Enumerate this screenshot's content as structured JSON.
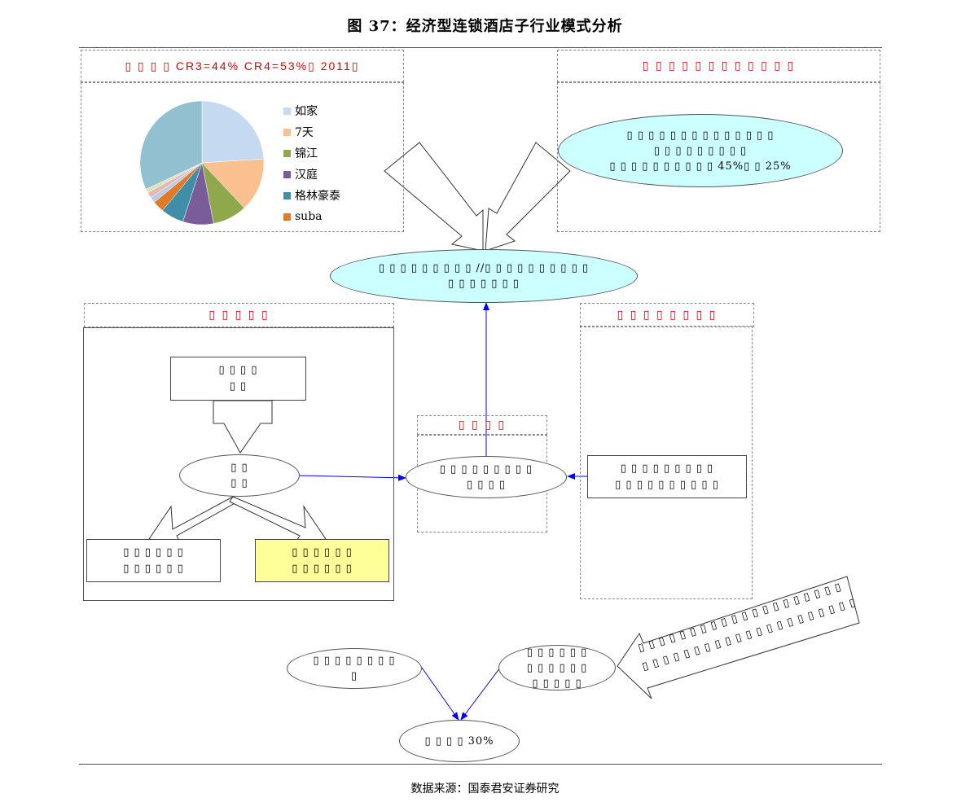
{
  "title": "图 37：经济型连锁酒店子行业模式分析",
  "source": "数据来源：国泰君安证券研究",
  "colors": {
    "red_text": "#e00000",
    "ellipse_cyan": "#ccffff",
    "highlight_yellow": "#ffff99",
    "connector_blue": "#0000ff"
  },
  "panels": {
    "top_left_header": "▯ ▯ ▯ ▯  CR3=44%  CR4=53%▯  2011▯",
    "top_right_header": "▯ ▯ ▯ ▯ ▯ ▯ ▯ ▯ ▯ ▯ ▯ ▯",
    "mid_left_header": "▯ ▯ ▯ ▯ ▯",
    "mid_right_header": "▯ ▯ ▯ ▯ ▯ ▯ ▯ ▯",
    "center_header": "▯ ▯ ▯ ▯"
  },
  "chart_data": {
    "type": "pie",
    "categories": [
      "如家",
      "7天",
      "锦江",
      "汉庭",
      "格林豪泰",
      "suba",
      "",
      "",
      "",
      ""
    ],
    "values": [
      24,
      14,
      9,
      8,
      6,
      3,
      1.5,
      1.5,
      1,
      32
    ],
    "colors": [
      "#c5d9f1",
      "#fac090",
      "#8ea84b",
      "#7a5c99",
      "#3f8fa8",
      "#e07b2a",
      "#b9cde5",
      "#e6b9b8",
      "#d7e4bc",
      "#92c0d0"
    ],
    "legend": [
      "如家",
      "7天",
      "锦江",
      "汉庭",
      "格林豪泰",
      "suba"
    ],
    "legend_position": "right"
  },
  "nodes": {
    "right_ellipse": "▯ ▯ ▯ ▯ ▯ ▯   ▯ ▯ ▯ ▯ ▯ ▯ ▯ ▯\n▯ ▯ ▯ ▯ ▯ ▯ ▯ ▯ ▯\n▯ ▯ ▯ ▯ ▯ ▯ ▯ ▯ ▯ ▯     45%▯ ▯ 25%",
    "center_ellipse": "▯ ▯ ▯ ▯ ▯ ▯ ▯ ▯ ▯ //▯ ▯ ▯ ▯ ▯ ▯ ▯ ▯ ▯ ▯\n▯ ▯ ▯ ▯ ▯ ▯ ▯",
    "left_box_top": "▯ ▯ ▯ ▯\n▯ ▯",
    "left_ellipse": "▯ ▯\n▯ ▯",
    "left_box_bottom_left": "▯ ▯ ▯ ▯ ▯ ▯\n▯ ▯ ▯ ▯ ▯ ▯",
    "left_box_bottom_right": "▯ ▯ ▯ ▯ ▯ ▯\n▯ ▯ ▯ ▯ ▯ ▯",
    "center_node": "▯ ▯ ▯ ▯ ▯ ▯ ▯ ▯ ▯\n▯ ▯ ▯ ▯",
    "right_box": "▯ ▯ ▯ ▯ ▯ ▯ ▯ ▯ ▯\n▯ ▯ ▯ ▯ ▯ ▯ ▯ ▯ ▯ ▯",
    "bottom_left_ellipse": "▯ ▯ ▯ ▯ ▯ ▯ ▯ ▯\n▯",
    "bottom_right_ellipse": "▯ ▯ ▯ ▯ ▯ ▯\n▯ ▯ ▯ ▯ ▯ ▯\n▯ ▯ ▯ ▯ ▯",
    "bottom_ellipse": "▯ ▯ ▯ ▯  30%",
    "diagonal_arrow_line1": "▯ ▯ ▯ ▯ ▯ ▯ ▯ ▯ ▯ ▯ ▯ ▯ ▯ ▯ ▯ ▯ ▯ ▯ ▯ ▯",
    "diagonal_arrow_line2": "▯ ▯ ▯ ▯ ▯ ▯ ▯ ▯ ▯ ▯ ▯ ▯ ▯ ▯ ▯ ▯ ▯ ▯ ▯ ▯ ▯"
  }
}
